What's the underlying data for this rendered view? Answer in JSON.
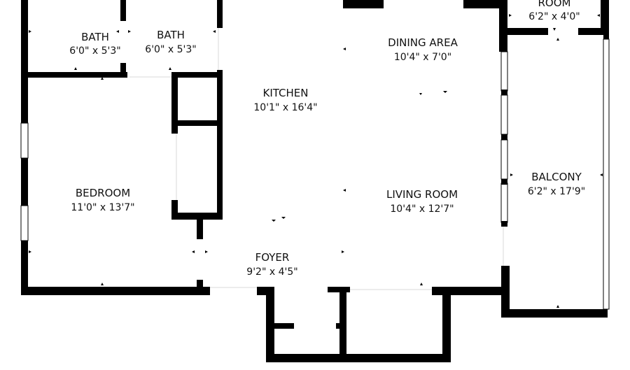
{
  "rooms": {
    "bath1": {
      "name": "BATH",
      "dims": "6'0\" x 5'3\""
    },
    "bath2": {
      "name": "BATH",
      "dims": "6'0\" x 5'3\""
    },
    "kitchen": {
      "name": "KITCHEN",
      "dims": "10'1\" x 16'4\""
    },
    "dining": {
      "name": "DINING AREA",
      "dims": "10'4\" x 7'0\""
    },
    "room": {
      "name": "ROOM",
      "dims": "6'2\" x 4'0\""
    },
    "bedroom": {
      "name": "BEDROOM",
      "dims": "11'0\" x 13'7\""
    },
    "living": {
      "name": "LIVING ROOM",
      "dims": "10'4\" x 12'7\""
    },
    "balcony": {
      "name": "BALCONY",
      "dims": "6'2\" x 17'9\""
    },
    "foyer": {
      "name": "FOYER",
      "dims": "9'2\" x 4'5\""
    }
  }
}
